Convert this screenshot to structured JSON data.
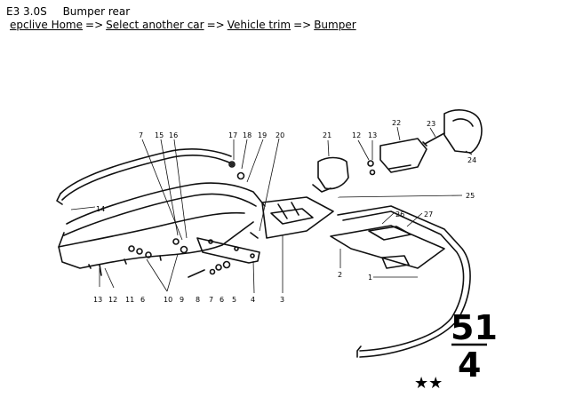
{
  "header": {
    "model": "E3 3.0S",
    "title": "Bumper rear"
  },
  "breadcrumb": [
    {
      "label": "epclive Home"
    },
    {
      "label": "Select another car"
    },
    {
      "label": "Vehicle trim"
    },
    {
      "label": "Bumper"
    }
  ],
  "breadcrumb_separator": "=>",
  "diagram": {
    "group_number": "51",
    "subgroup_number": "4",
    "stars": "★★",
    "part_labels": [
      "1",
      "2",
      "3",
      "4",
      "5",
      "6",
      "7",
      "8",
      "9",
      "10",
      "11",
      "12",
      "13",
      "14",
      "15",
      "16",
      "17",
      "18",
      "19",
      "20",
      "21",
      "22",
      "23",
      "24",
      "25",
      "26",
      "27"
    ]
  }
}
